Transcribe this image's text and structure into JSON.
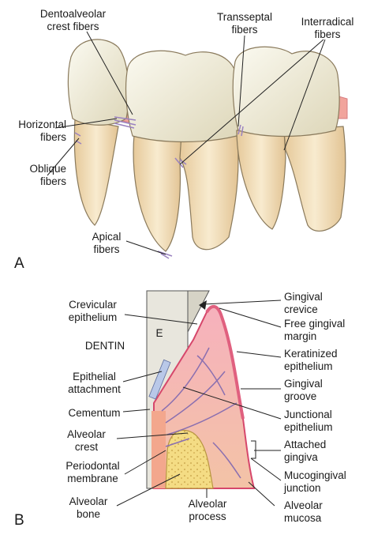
{
  "panel_a": {
    "letter": "A",
    "labels": {
      "dentoalveolar": "Dentoalveolar\ncrest fibers",
      "transseptal": "Transseptal\nfibers",
      "interradical": "Interradical\nfibers",
      "horizontal": "Horizontal\nfibers",
      "oblique": "Oblique\nfibers",
      "apical": "Apical\nfibers"
    }
  },
  "panel_b": {
    "letter": "B",
    "enamel_mark": "E",
    "dentin": "DENTIN",
    "left_labels": {
      "crevicular": "Crevicular\nepithelium",
      "epithelial_attachment": "Epithelial\nattachment",
      "cementum": "Cementum",
      "alveolar_crest": "Alveolar\ncrest",
      "periodontal": "Periodontal\nmembrane",
      "alveolar_bone": "Alveolar\nbone"
    },
    "bottom_label": "Alveolar\nprocess",
    "right_labels": {
      "gingival_crevice": "Gingival\ncrevice",
      "free_margin": "Free gingival\nmargin",
      "keratinized": "Keratinized\nepithelium",
      "groove": "Gingival\ngroove",
      "junctional": "Junctional\nepithelium",
      "attached": "Attached\ngingiva",
      "mucogingival": "Mucogingival\njunction",
      "mucosa": "Alveolar\nmucosa"
    }
  },
  "colors": {
    "tooth_light": "#f4f2e6",
    "tooth_shadow": "#d9d2b4",
    "root": "#efd9b4",
    "gingiva": "#f2a3b2",
    "gingiva_dark": "#e0607f",
    "fiber": "#8a6fb0",
    "bone": "#f2d67a"
  }
}
